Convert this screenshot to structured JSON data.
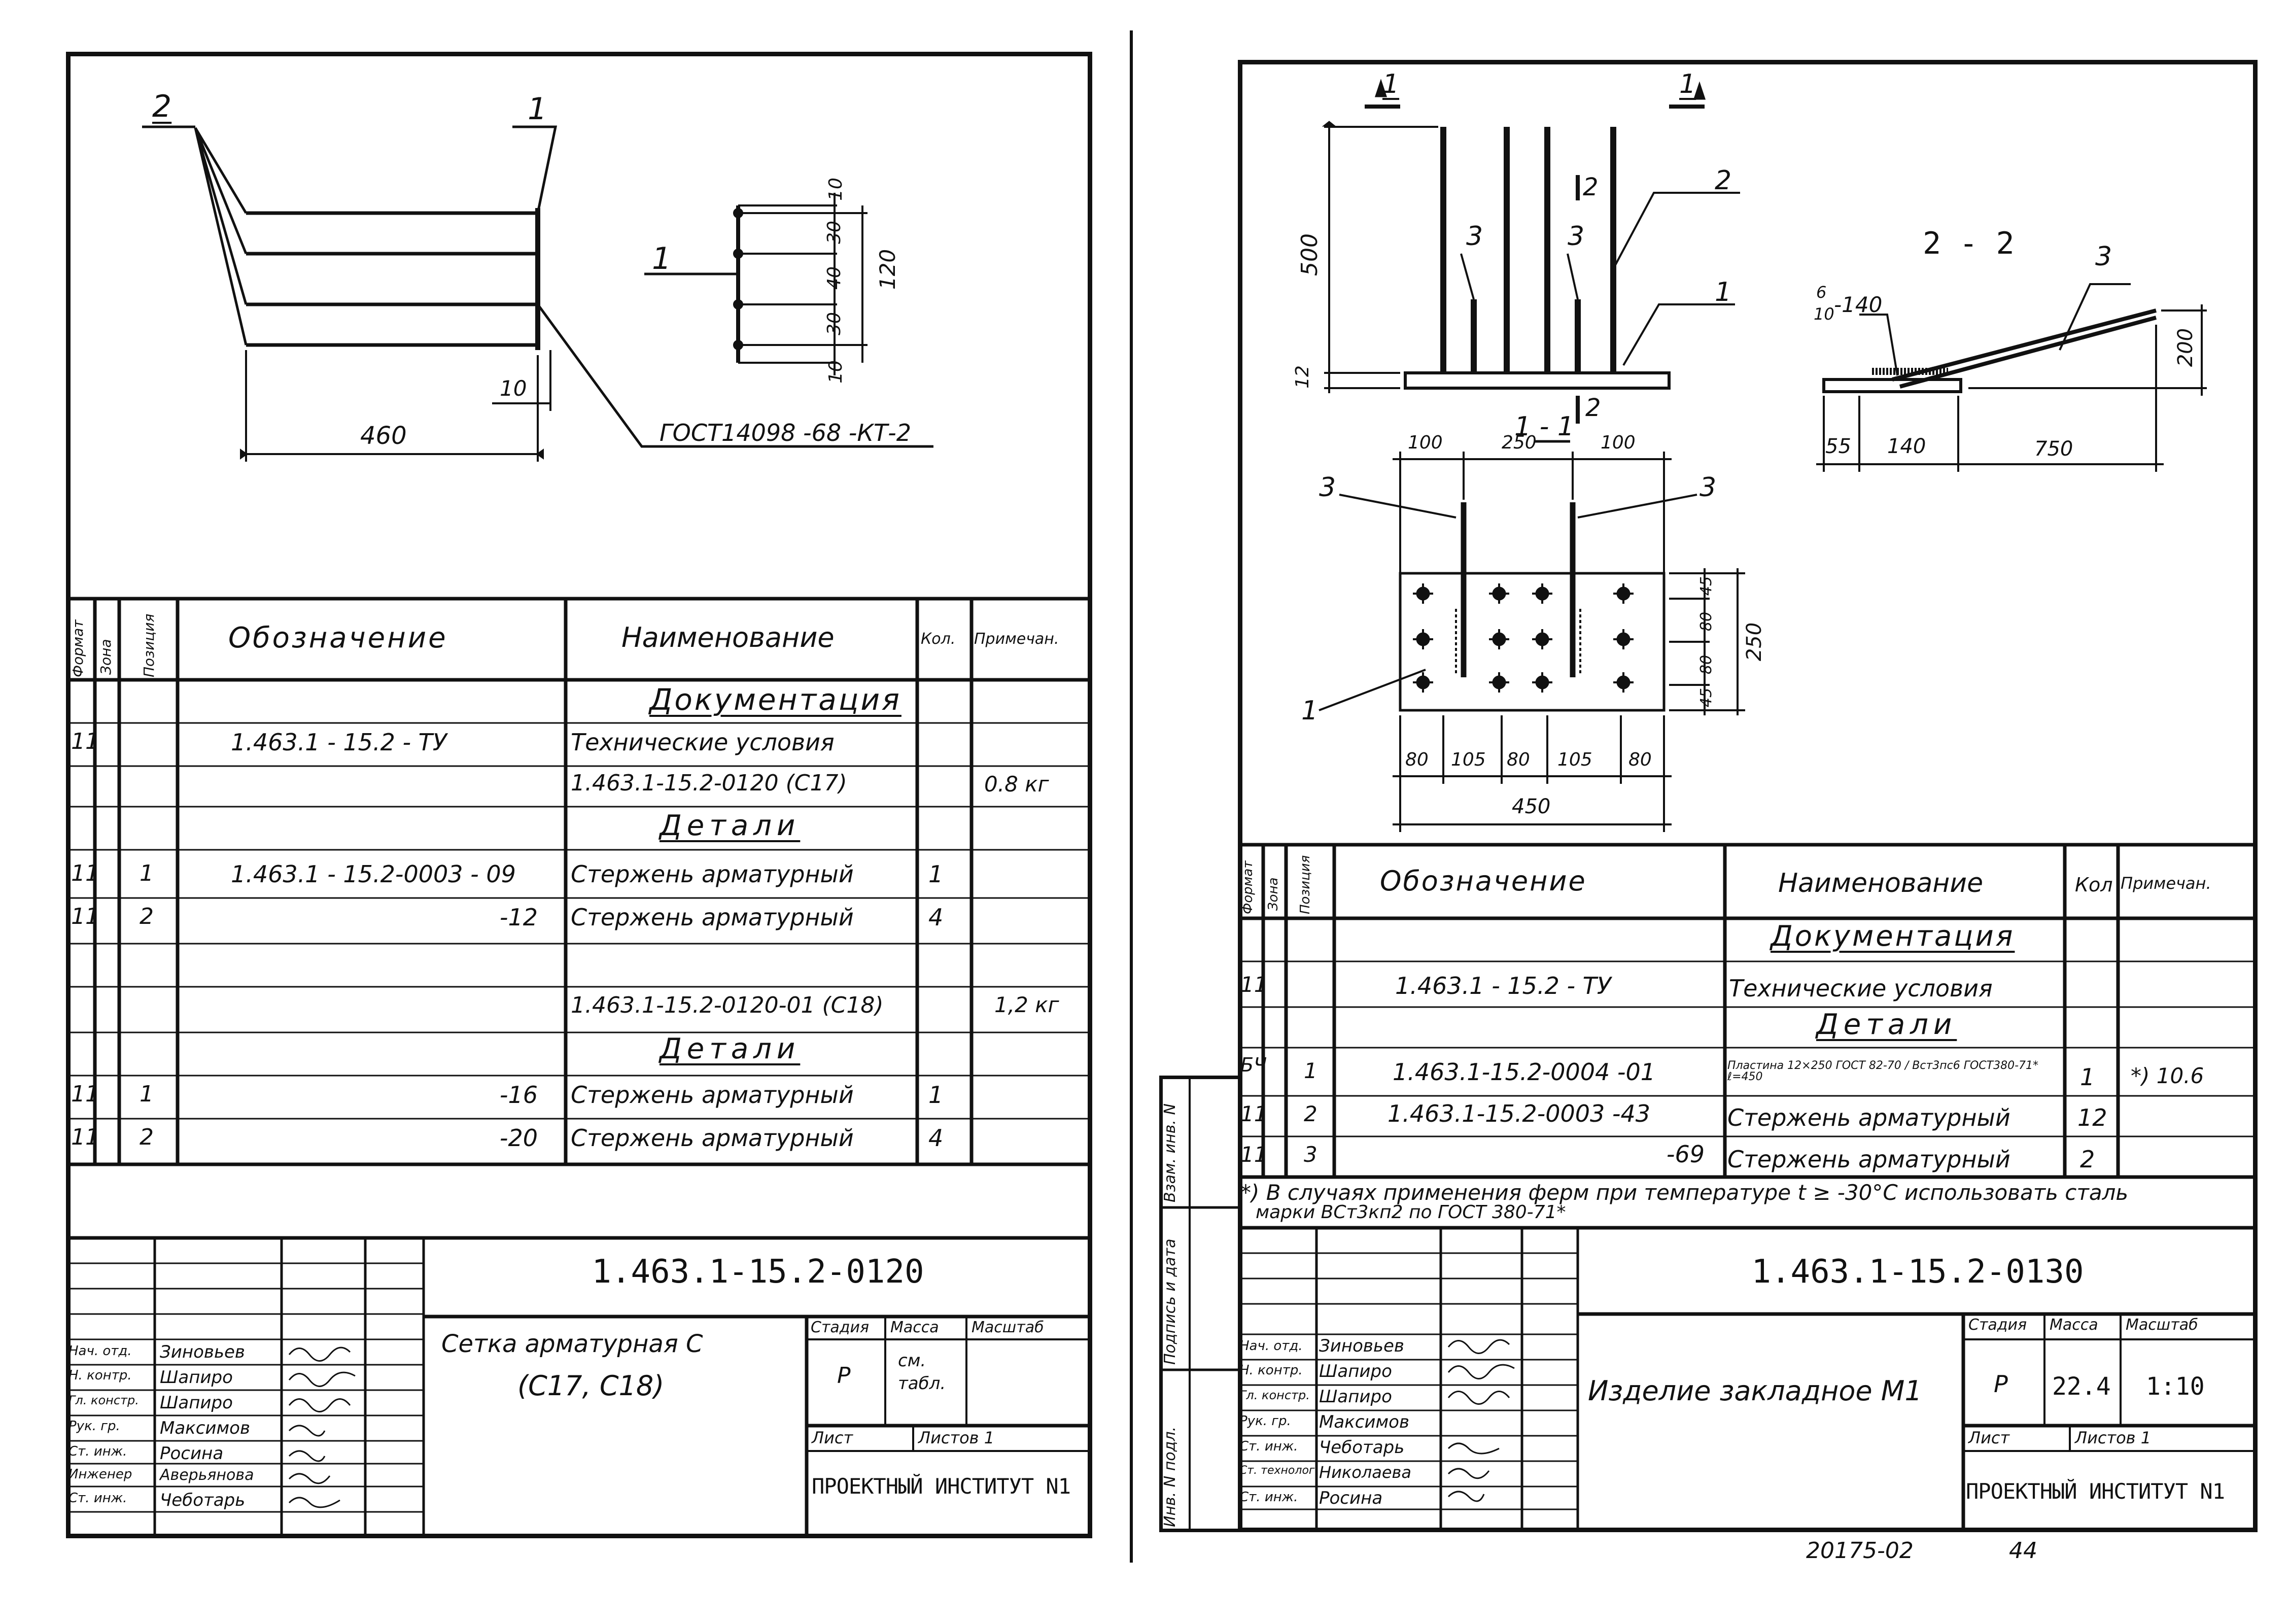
{
  "left": {
    "drawing": {
      "pos2": "2",
      "pos1_top": "1",
      "pos1_side": "1",
      "dim_460": "460",
      "dim_10_bottom": "10",
      "section_dims": [
        "10",
        "30",
        "40",
        "30",
        "10"
      ],
      "dim_120": "120",
      "gost": "ГОСТ14098 -68 -КТ-2"
    },
    "spec": {
      "headers": {
        "format": "Формат",
        "zone": "Зона",
        "pos": "Позиция",
        "designation": "Обозначение",
        "name": "Наименование",
        "qty": "Кол.",
        "note": "Примечан."
      },
      "sec_doc": "Документация",
      "rows": [
        {
          "format": "11",
          "zone": "",
          "pos": "",
          "designation": "1.463.1 - 15.2 - ТУ",
          "name": "Технические условия",
          "qty": "",
          "note": ""
        },
        {
          "format": "",
          "zone": "",
          "pos": "",
          "designation": "",
          "name": "1.463.1-15.2-0120 (С17)",
          "qty": "",
          "note": "0.8 кг"
        },
        {
          "format": "",
          "zone": "",
          "pos": "",
          "designation": "",
          "name": "Детали",
          "qty": "",
          "note": ""
        },
        {
          "format": "11",
          "zone": "",
          "pos": "1",
          "designation": "1.463.1 - 15.2-0003 - 09",
          "name": "Стержень арматурный",
          "qty": "1",
          "note": ""
        },
        {
          "format": "11",
          "zone": "",
          "pos": "2",
          "designation": "-12",
          "name": "Стержень арматурный",
          "qty": "4",
          "note": ""
        },
        {
          "format": "",
          "zone": "",
          "pos": "",
          "designation": "",
          "name": "",
          "qty": "",
          "note": ""
        },
        {
          "format": "",
          "zone": "",
          "pos": "",
          "designation": "",
          "name": "1.463.1-15.2-0120-01 (С18)",
          "qty": "",
          "note": "1,2 кг"
        },
        {
          "format": "",
          "zone": "",
          "pos": "",
          "designation": "",
          "name": "Детали",
          "qty": "",
          "note": ""
        },
        {
          "format": "11",
          "zone": "",
          "pos": "1",
          "designation": "-16",
          "name": "Стержень арматурный",
          "qty": "1",
          "note": ""
        },
        {
          "format": "11",
          "zone": "",
          "pos": "2",
          "designation": "-20",
          "name": "Стержень арматурный",
          "qty": "4",
          "note": ""
        }
      ]
    },
    "title": {
      "code": "1.463.1-15.2-0120",
      "name_line1": "Сетка арматурная С",
      "name_line2": "(С17, С18)",
      "stage_h": "Стадия",
      "mass_h": "Масса",
      "scale_h": "Масштаб",
      "stage": "Р",
      "mass_line1": "см.",
      "mass_line2": "табл.",
      "scale": "",
      "sheet": "Лист",
      "sheets": "Листов 1",
      "org": "ПРОЕКТНЫЙ ИНСТИТУТ N1",
      "roles": [
        "Нач. отд.",
        "Н. контр.",
        "Гл. констр.",
        "Рук. гр.",
        "Ст. инж.",
        "Инженер",
        "Ст. инж."
      ],
      "persons": [
        "Зиновьев",
        "Шапиро",
        "Шапиро",
        "Максимов",
        "Росина",
        "Аверьянова",
        "Чеботарь"
      ]
    }
  },
  "right": {
    "drawing": {
      "section_11_left": "1",
      "section_11_right": "1",
      "label_500": "500",
      "label_12": "12",
      "pos3a": "3",
      "pos3b": "3",
      "pos2": "2",
      "pos1": "1",
      "mark_2_top": "2",
      "mark_2_bot": "2",
      "view_11": "1 - 1",
      "view_22": "2 - 2",
      "pos3_22": "3",
      "plate_label": "-140",
      "plate_frac_top": "6",
      "plate_frac_bot": "10",
      "dim_200": "200",
      "dims_22": [
        "55",
        "140",
        "750"
      ],
      "dims_11_top": [
        "100",
        "250",
        "100"
      ],
      "pos3_plan_a": "3",
      "pos3_plan_b": "3",
      "pos1_plan": "1",
      "dims_plan_right": [
        "45",
        "80",
        "80",
        "45"
      ],
      "dim_250": "250",
      "dims_plan_bottom": [
        "80",
        "105",
        "80",
        "105",
        "80"
      ],
      "dim_450": "450"
    },
    "spec": {
      "headers": {
        "format": "Формат",
        "zone": "Зона",
        "pos": "Позиция",
        "designation": "Обозначение",
        "name": "Наименование",
        "qty": "Кол",
        "note": "Примечан."
      },
      "sec_doc": "Документация",
      "rows": [
        {
          "format": "11",
          "pos": "",
          "designation": "1.463.1 - 15.2 - ТУ",
          "name": "Технические условия",
          "qty": "",
          "note": ""
        },
        {
          "format": "",
          "pos": "",
          "designation": "",
          "name": "Детали",
          "qty": "",
          "note": ""
        },
        {
          "format": "БЧ",
          "pos": "1",
          "designation": "1.463.1-15.2-0004 -01",
          "name": "Пластина 12×250 ГОСТ 82-70 / Вст3пс6 ГОСТ380-71* ℓ=450",
          "qty": "1",
          "note": "*) 10.6"
        },
        {
          "format": "11",
          "pos": "2",
          "designation": "1.463.1-15.2-0003 -43",
          "name": "Стержень арматурный",
          "qty": "12",
          "note": ""
        },
        {
          "format": "11",
          "pos": "3",
          "designation": "-69",
          "name": "Стержень арматурный",
          "qty": "2",
          "note": ""
        }
      ],
      "footnote_1": "*) В случаях применения ферм при температуре t ≥ -30°С использовать сталь",
      "footnote_2": "марки ВСт3кп2 по ГОСТ 380-71*"
    },
    "side_stamp": [
      "Взам. инв. N",
      "Подпись и дата",
      "Инв. N подл."
    ],
    "title": {
      "code": "1.463.1-15.2-0130",
      "name": "Изделие закладное М1",
      "stage_h": "Стадия",
      "mass_h": "Масса",
      "scale_h": "Масштаб",
      "stage": "Р",
      "mass": "22.4",
      "scale": "1:10",
      "sheet": "Лист",
      "sheets": "Листов 1",
      "org": "ПРОЕКТНЫЙ ИНСТИТУТ N1",
      "roles": [
        "Нач. отд.",
        "Н. контр.",
        "Гл. констр.",
        "Рук. гр.",
        "Ст. инж.",
        "Ст. технолог",
        "Ст. инж."
      ],
      "persons": [
        "Зиновьев",
        "Шапиро",
        "Шапиро",
        "Максимов",
        "Чеботарь",
        "Николаева",
        "Росина"
      ]
    }
  },
  "footer": {
    "doc_no": "20175-02",
    "page": "44"
  }
}
